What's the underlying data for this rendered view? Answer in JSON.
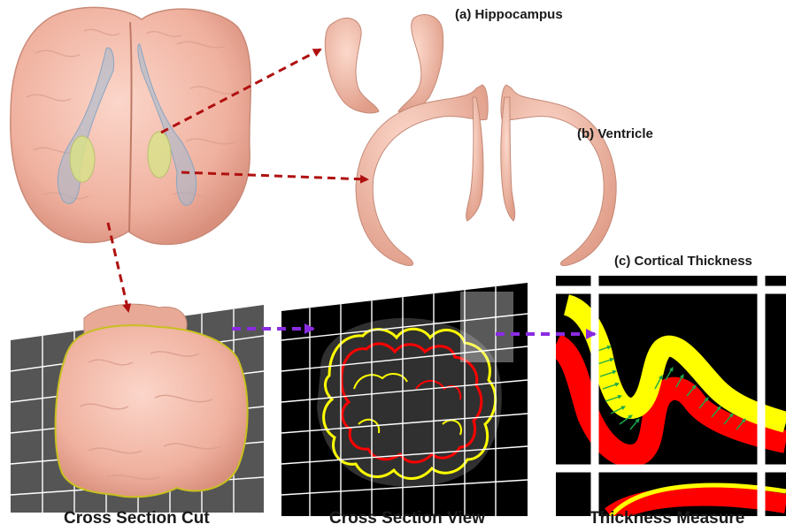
{
  "labels": {
    "hippocampus": "(a) Hippocampus",
    "ventricle": "(b) Ventricle",
    "cortical_thickness": "(c) Cortical Thickness",
    "cross_section_cut": "Cross Section Cut",
    "cross_section_view": "Cross Section View",
    "thickness_measure": "Thickness Measure"
  },
  "colors": {
    "arrow_red": "#b01010",
    "arrow_purple": "#8a2be2",
    "brain_skin": "#f2b8a8",
    "contour_red": "#ff0000",
    "contour_yellow": "#ffff00",
    "thickness_vector": "#1fa84a"
  }
}
